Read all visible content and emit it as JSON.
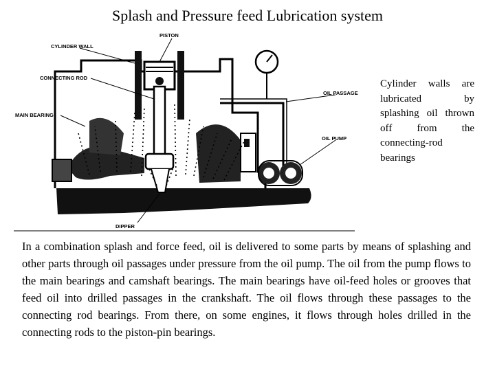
{
  "title": "Splash and Pressure feed Lubrication system",
  "diagram": {
    "labels": {
      "cylinder_wall": "CYLINDER WALL",
      "piston": "PISTON",
      "connecting_rod": "CONNECTING ROD",
      "main_bearing": "MAIN BEARING",
      "oil_passage": "OIL PASSAGE",
      "oil_pump": "OIL PUMP",
      "dipper": "DIPPER"
    }
  },
  "side_text": "Cylinder walls are lubricated by splashing oil thrown off from the connecting-rod bearings",
  "body_text": "In a combination splash and force feed, oil is delivered to some parts by means of splashing and other parts through oil passages under pressure from the oil pump. The oil from the pump flows to the main bearings and camshaft bearings. The main bearings have oil-feed holes or grooves that feed oil into drilled passages in the crankshaft. The oil flows through these passages to the connecting rod bearings. From there, on some engines, it flows through holes drilled in the connecting rods to the piston-pin bearings."
}
